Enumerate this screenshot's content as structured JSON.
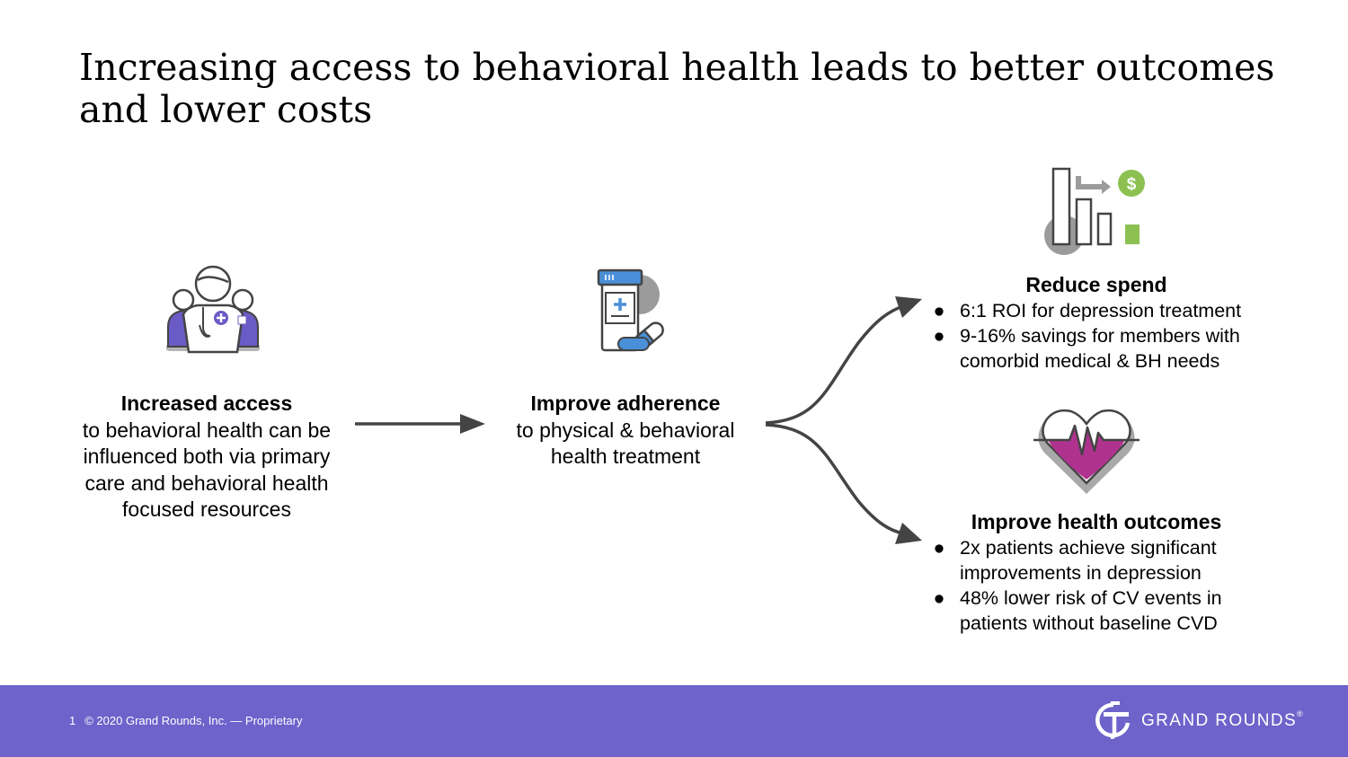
{
  "title": "Increasing access to behavioral health leads to better outcomes and lower costs",
  "access": {
    "heading": "Increased access",
    "body": "to behavioral health can be influenced both via primary care and behavioral health focused resources",
    "icon": "doctors-icon"
  },
  "adherence": {
    "heading": "Improve adherence",
    "body": "to physical & behavioral health treatment",
    "icon": "pill-bottle-icon"
  },
  "spend": {
    "heading": "Reduce spend",
    "icon": "cost-reduction-chart-icon",
    "bullets": [
      "6:1 ROI for depression treatment",
      "9-16% savings for members with comorbid medical & BH needs"
    ]
  },
  "outcomes": {
    "heading": "Improve health outcomes",
    "icon": "heart-pulse-icon",
    "bullets": [
      "2x patients achieve significant improvements in depression",
      "48% lower risk of CV events in patients without baseline CVD"
    ]
  },
  "bullet_symbol": "●",
  "footer": {
    "page_number": "1",
    "copyright": "© 2020 Grand Rounds, Inc. — Proprietary",
    "brand": "GRAND ROUNDS",
    "brand_mark": "®"
  },
  "colors": {
    "footer_bg": "#6e62cb",
    "purple": "#6b5bc6",
    "blue": "#4a90d9",
    "green": "#8cc152",
    "magenta": "#b0328f",
    "gray": "#9b9b9b",
    "arrow": "#444444"
  }
}
